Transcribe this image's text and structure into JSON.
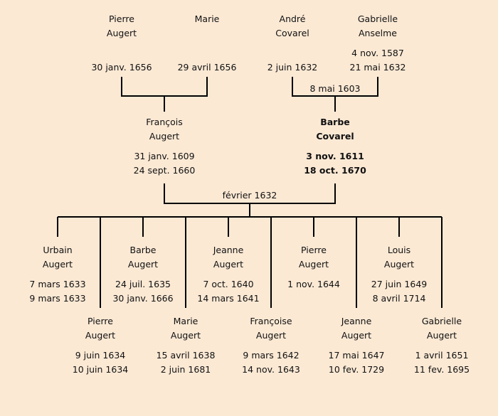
{
  "grandparents": [
    {
      "id": "pierre-augert-sr",
      "name": [
        "Pierre",
        "Augert"
      ],
      "dates": [
        "",
        "30 janv. 1656"
      ]
    },
    {
      "id": "marie",
      "name": [
        "Marie",
        ""
      ],
      "dates": [
        "",
        "29 avril 1656"
      ]
    },
    {
      "id": "andre-covarel",
      "name": [
        "André",
        "Covarel"
      ],
      "dates": [
        "",
        "2 juin 1632"
      ]
    },
    {
      "id": "gabrielle-anselme",
      "name": [
        "Gabrielle",
        "Anselme"
      ],
      "dates": [
        "4 nov. 1587",
        "21 mai 1632"
      ]
    }
  ],
  "parents": [
    {
      "id": "francois-augert",
      "name": [
        "François",
        "Augert"
      ],
      "dates": [
        "31 janv. 1609",
        "24 sept. 1660"
      ]
    },
    {
      "id": "barbe-covarel",
      "name": [
        "Barbe",
        "Covarel"
      ],
      "dates": [
        "3 nov. 1611",
        "18 oct. 1670"
      ],
      "highlighted": true
    }
  ],
  "marriages": {
    "covarel_anselme": "8 mai 1603",
    "augert_covarel": "février 1632"
  },
  "children": [
    {
      "id": "urbain",
      "name": [
        "Urbain",
        "Augert"
      ],
      "dates": [
        "7 mars 1633",
        "9 mars 1633"
      ]
    },
    {
      "id": "pierre",
      "name": [
        "Pierre",
        "Augert"
      ],
      "dates": [
        "9 juin 1634",
        "10 juin 1634"
      ]
    },
    {
      "id": "barbe",
      "name": [
        "Barbe",
        "Augert"
      ],
      "dates": [
        "24 juil. 1635",
        "30 janv. 1666"
      ]
    },
    {
      "id": "marie",
      "name": [
        "Marie",
        "Augert"
      ],
      "dates": [
        "15 avril 1638",
        "2 juin 1681"
      ]
    },
    {
      "id": "jeanne-1640",
      "name": [
        "Jeanne",
        "Augert"
      ],
      "dates": [
        "7 oct. 1640",
        "14 mars 1641"
      ]
    },
    {
      "id": "francoise",
      "name": [
        "Françoise",
        "Augert"
      ],
      "dates": [
        "9 mars 1642",
        "14 nov. 1643"
      ]
    },
    {
      "id": "pierre-1644",
      "name": [
        "Pierre",
        "Augert"
      ],
      "dates": [
        "1 nov. 1644",
        ""
      ]
    },
    {
      "id": "jeanne-1647",
      "name": [
        "Jeanne",
        "Augert"
      ],
      "dates": [
        "17 mai 1647",
        "10 fev. 1729"
      ]
    },
    {
      "id": "louis",
      "name": [
        "Louis",
        "Augert"
      ],
      "dates": [
        "27 juin 1649",
        "8 avril 1714"
      ]
    },
    {
      "id": "gabrielle",
      "name": [
        "Gabrielle",
        "Augert"
      ],
      "dates": [
        "1 avril 1651",
        "11 fev. 1695"
      ]
    }
  ]
}
